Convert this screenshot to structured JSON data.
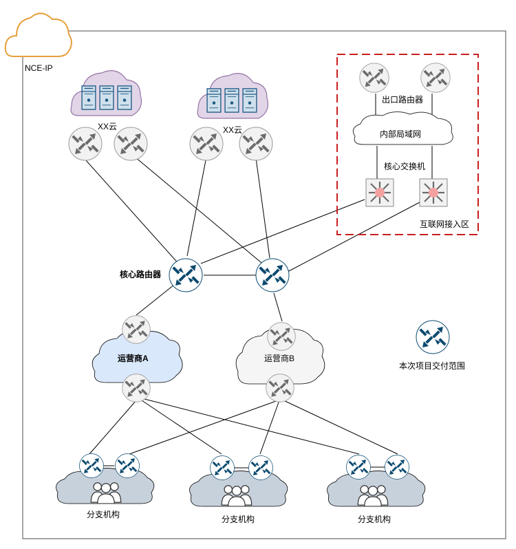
{
  "diagram": {
    "frame_label": "NCE-IP",
    "cloud_1_label": "XX云",
    "cloud_2_label": "XX云",
    "exit_router_label": "出口路由器",
    "internal_lan_label": "内部局域网",
    "core_switch_label": "核心交换机",
    "internet_zone_label": "互联网接入区",
    "core_router_label": "核心路由器",
    "carrier_a_label": "运营商A",
    "carrier_b_label": "运营商B",
    "legend_label": "本次项目交付范围",
    "branch_1_label": "分支机构",
    "branch_2_label": "分支机构",
    "branch_3_label": "分支机构"
  },
  "colors": {
    "frame": "#4d4d4d",
    "nce_cloud_stroke": "#e6a03c",
    "xx_cloud_fill": "#e1d5e7",
    "xx_cloud_stroke": "#9673a6",
    "server": "#cfe0ec",
    "server_stroke": "#1e5a84",
    "zone_border": "#c81e1e",
    "carrier_a_fill": "#dae8fc",
    "carrier_b_fill": "#f5f5f5",
    "branch_cloud_fill": "#c7d1dc",
    "router_gray_fill": "#f2f2f2",
    "router_gray_arrow": "#6b6b6b",
    "router_blue_arrow": "#0b4a6f",
    "switch_center": "#f4a0a0"
  },
  "icons": {
    "router": "router-icon",
    "core_switch": "core-switch-icon",
    "server": "server-rack-icon",
    "users": "users-group-icon",
    "cloud": "cloud-icon"
  }
}
